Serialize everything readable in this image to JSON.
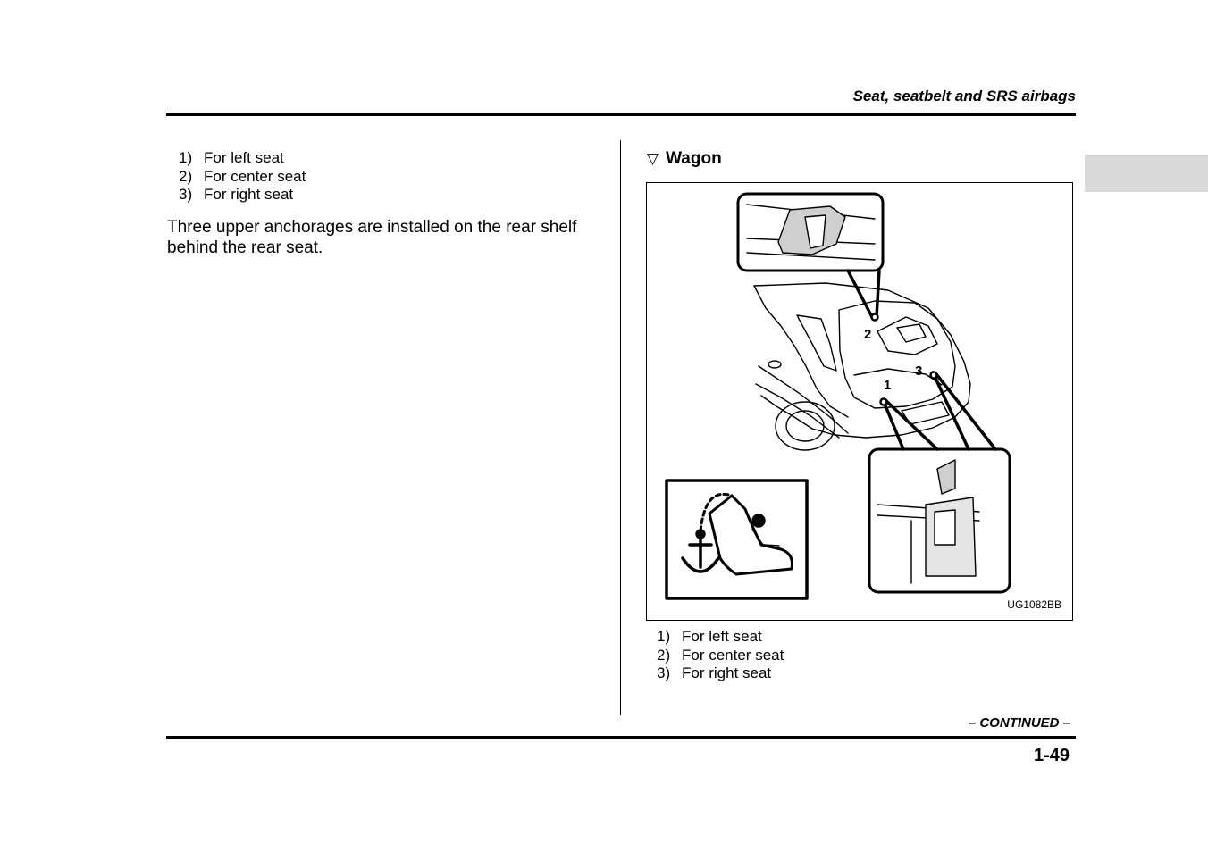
{
  "header": {
    "section_title": "Seat, seatbelt and SRS airbags"
  },
  "left_column": {
    "list": [
      {
        "num": "1)",
        "label": "For left seat"
      },
      {
        "num": "2)",
        "label": "For center seat"
      },
      {
        "num": "3)",
        "label": "For right seat"
      }
    ],
    "paragraph": "Three upper anchorages are installed on the rear shelf behind the rear seat."
  },
  "right_column": {
    "heading_symbol": "▽",
    "heading": "Wagon",
    "figure": {
      "callouts": [
        "1",
        "2",
        "3"
      ],
      "code": "UG1082BB"
    },
    "list": [
      {
        "num": "1)",
        "label": "For left seat"
      },
      {
        "num": "2)",
        "label": "For center seat"
      },
      {
        "num": "3)",
        "label": "For right seat"
      }
    ]
  },
  "footer": {
    "continued": "– CONTINUED –",
    "page_number": "1-49"
  }
}
